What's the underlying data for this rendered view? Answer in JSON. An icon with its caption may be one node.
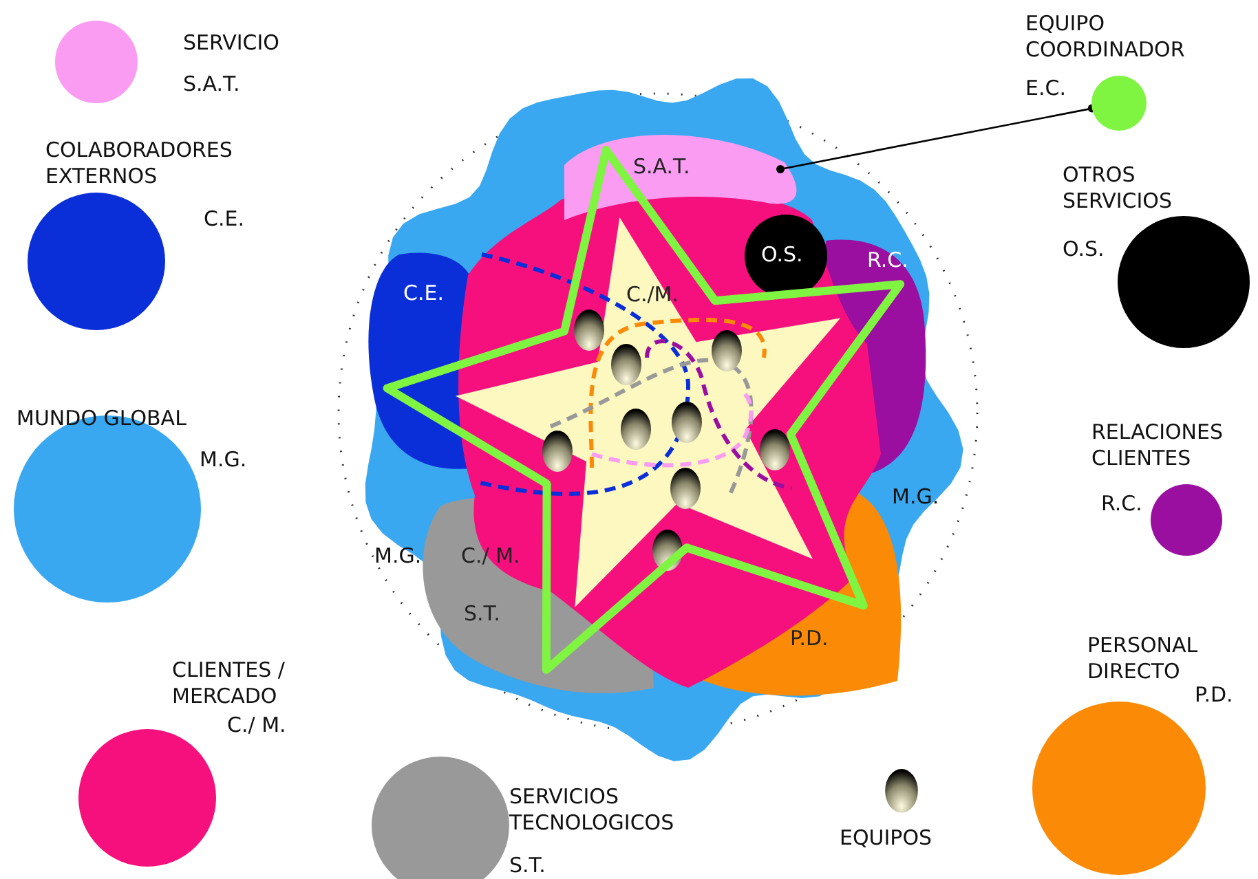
{
  "diagram": {
    "nodes": [
      {
        "text": [],
        "shape": "circle",
        "beside": [
          "EQUIPO COORDINADOR",
          "E.C."
        ]
      },
      {
        "text": [],
        "shape": "outline"
      }
    ],
    "edges": [
      {
        "from": 0,
        "to": 1,
        "arrow": "other"
      }
    ],
    "labels": [
      "S.A.T.",
      "S.A.T.",
      "C.E.",
      "C./M.",
      "O.S.",
      "O.S.",
      "C.E.",
      "R.C.",
      "M.G.",
      "M.G.",
      "R.C.",
      "M.G.",
      "C./ M.",
      "S.T.",
      "P.D.",
      "C./ M.",
      "P.D.",
      "S.T."
    ],
    "legend": [
      {
        "text": "SERVICIO",
        "color": "#f99cf2"
      },
      {
        "text": "COLABORADORES EXTERNOS",
        "color": "#0a2fd9"
      },
      {
        "text": "OTROS SERVICIOS",
        "color": "#000000"
      },
      {
        "text": "MUNDO GLOBAL",
        "color": "#3aa8f0"
      },
      {
        "text": "RELACIONES CLIENTES",
        "color": "#9a0ea0"
      },
      {
        "text": "CLIENTES / MERCADO",
        "color": "#f5107e"
      },
      {
        "text": "PERSONAL DIRECTO",
        "color": "#fb8a06"
      },
      {
        "text": "SERVICIOS TECNOLOGICOS",
        "color": "#999999"
      },
      {
        "text": "EQUIPOS"
      }
    ]
  }
}
